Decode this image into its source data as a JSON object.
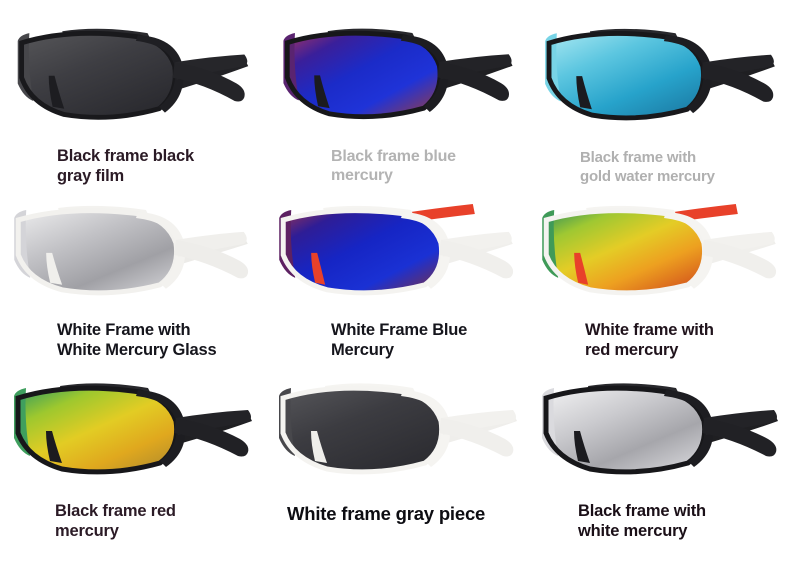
{
  "page": {
    "type": "product-image-grid",
    "background_color": "#ffffff",
    "columns": 3,
    "rows": 3
  },
  "products": [
    {
      "id": "black-frame-black-gray-film",
      "caption": "Black frame black\ngray film",
      "caption_color": "#2b1b26",
      "frame_color": "#1d1d1f",
      "frame_hex": "#1d1d1f",
      "lens_name": "black gray film",
      "lens_colors": [
        "#4a4a4e",
        "#35353a",
        "#2a2a2e"
      ],
      "accent_bar": "none"
    },
    {
      "id": "black-frame-blue-mercury",
      "caption": "Black frame blue\nmercury",
      "caption_color": "#b3b3b3",
      "frame_color": "#1b1b1d",
      "frame_hex": "#1b1b1d",
      "lens_name": "blue mercury",
      "lens_colors": [
        "#7a2a6a",
        "#2418a8",
        "#1a2fd0",
        "#3a1f8a"
      ],
      "accent_bar": "none"
    },
    {
      "id": "black-frame-gold-water-mercury",
      "caption": "Black frame with\ngold water mercury",
      "caption_color": "#b0b0b0",
      "frame_color": "#1d1d20",
      "frame_hex": "#1d1d20",
      "lens_name": "gold water mercury",
      "lens_colors": [
        "#9fe3ee",
        "#46bcd8",
        "#1f9ec4",
        "#77d4e6"
      ],
      "accent_bar": "none"
    },
    {
      "id": "white-frame-white-mercury-glass",
      "caption": "White Frame with\nWhite Mercury Glass",
      "caption_color": "#15151c",
      "frame_color": "#f4f3f1",
      "frame_hex": "#f4f3f1",
      "lens_name": "white mercury glass",
      "lens_colors": [
        "#e6e6e8",
        "#bcbcc0",
        "#9a9a9f",
        "#cfcfd3"
      ],
      "accent_bar": "none"
    },
    {
      "id": "white-frame-blue-mercury",
      "caption": "White Frame Blue\nMercury",
      "caption_color": "#15151c",
      "frame_color": "#f6f5f3",
      "frame_hex": "#f6f5f3",
      "lens_name": "blue mercury",
      "lens_colors": [
        "#6e2a5e",
        "#1f1aa6",
        "#1633cc",
        "#2a1f90"
      ],
      "accent_bar": "#e8412a"
    },
    {
      "id": "white-frame-red-mercury",
      "caption": "White frame with\nred mercury",
      "caption_color": "#20131c",
      "frame_color": "#f6f5f3",
      "frame_hex": "#f6f5f3",
      "lens_name": "red mercury",
      "lens_colors": [
        "#2f8f5a",
        "#d8c832",
        "#e8a022",
        "#d65a1e"
      ],
      "accent_bar": "#e8412a"
    },
    {
      "id": "black-frame-red-mercury",
      "caption": "Black frame red\nmercury",
      "caption_color": "#2b1b26",
      "frame_color": "#1c1c1f",
      "frame_hex": "#1c1c1f",
      "lens_name": "red mercury",
      "lens_colors": [
        "#2f9a60",
        "#c8d02e",
        "#e8c422",
        "#d8901e"
      ],
      "accent_bar": "none"
    },
    {
      "id": "white-frame-gray-piece",
      "caption": "White frame gray piece",
      "caption_color": "#0d0d12",
      "frame_color": "#f7f6f4",
      "frame_hex": "#f7f6f4",
      "lens_name": "gray piece",
      "lens_colors": [
        "#4e4e52",
        "#3a3a3e",
        "#2e2e32"
      ],
      "accent_bar": "none"
    },
    {
      "id": "black-frame-white-mercury",
      "caption": "Black frame with\nwhite mercury",
      "caption_color": "#1a0f17",
      "frame_color": "#1d1d20",
      "frame_hex": "#1d1d20",
      "lens_name": "white mercury",
      "lens_colors": [
        "#efefef",
        "#c6c6ca",
        "#a2a2a7",
        "#d6d6da"
      ],
      "accent_bar": "none"
    }
  ]
}
